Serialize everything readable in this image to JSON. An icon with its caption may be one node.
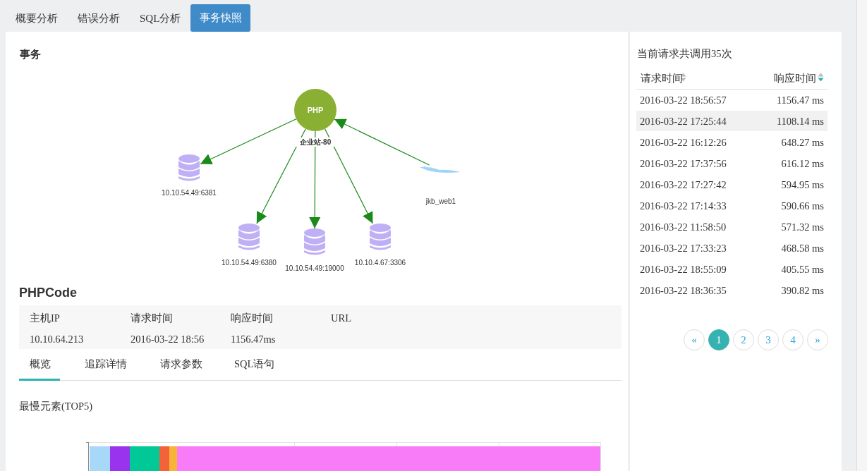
{
  "diagram": {
    "nodes": [
      {
        "text": [
          "PHP"
        ],
        "beside": [
          "企业站-80"
        ]
      },
      {
        "text": [],
        "shape": "cylinder",
        "beside": [
          "10.10.54.49:6381"
        ]
      },
      {
        "text": [],
        "shape": "cylinder",
        "beside": [
          "10.10.54.49:6380"
        ]
      },
      {
        "text": [],
        "shape": "cylinder",
        "beside": [
          "10.10.54.49:19000"
        ]
      },
      {
        "text": [],
        "shape": "cylinder",
        "beside": [
          "10.10.4.67:3306"
        ]
      },
      {
        "text": [],
        "shape": "picture",
        "beside": [
          "jkb_web1"
        ]
      }
    ],
    "edges": [
      {
        "from": 0,
        "to": 1,
        "arrow": "to"
      },
      {
        "from": 0,
        "to": 2,
        "arrow": "to"
      },
      {
        "from": 0,
        "to": 3,
        "arrow": "to"
      },
      {
        "from": 0,
        "to": 4,
        "arrow": "to"
      },
      {
        "from": 5,
        "to": 0,
        "arrow": "to"
      }
    ],
    "labels": [
      "概要分析",
      "错误分析",
      "SQL分析",
      "事务快照",
      "事务",
      "PHPCode",
      "主机IP",
      "请求时间",
      "响应时间",
      "URL",
      "10.10.64.213",
      "2016-03-22 18:56",
      "1156.47ms",
      "概览",
      "追踪详情",
      "请求参数",
      "SQL语句",
      "最慢元素(TOP5)",
      "当前请求共调用35次",
      "请求时间",
      "响应时间",
      "2016-03-22 18:56:57",
      "1156.47 ms",
      "2016-03-22 17:25:44",
      "1108.14 ms",
      "2016-03-22 16:12:26",
      "648.27 ms",
      "2016-03-22 17:37:56",
      "616.12 ms",
      "2016-03-22 17:27:42",
      "594.95 ms",
      "2016-03-22 17:14:33",
      "590.66 ms",
      "2016-03-22 11:58:50",
      "571.32 ms",
      "2016-03-22 17:33:23",
      "468.58 ms",
      "2016-03-22 18:55:09",
      "405.55 ms",
      "2016-03-22 18:36:35",
      "390.82 ms",
      "«",
      "1",
      "2",
      "3",
      "4",
      "»"
    ]
  }
}
